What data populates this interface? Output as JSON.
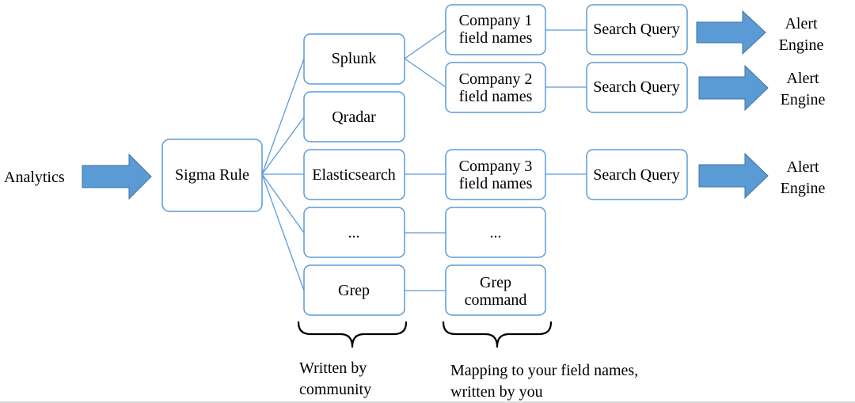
{
  "input_label": "Analytics",
  "sigma_rule": "Sigma Rule",
  "backends": [
    "Splunk",
    "Qradar",
    "Elasticsearch",
    "...",
    "Grep"
  ],
  "mappings": [
    [
      "Company 1",
      "field names"
    ],
    [
      "Company 2",
      "field names"
    ],
    [
      "Company 3",
      "field names"
    ],
    [
      "..."
    ],
    [
      "Grep",
      "command"
    ]
  ],
  "queries": [
    "Search Query",
    "Search Query",
    "Search Query"
  ],
  "outputs": [
    [
      "Alert",
      "Engine"
    ],
    [
      "Alert",
      "Engine"
    ],
    [
      "Alert",
      "Engine"
    ]
  ],
  "captions": {
    "community": [
      "Written by",
      "community"
    ],
    "you": [
      "Mapping to your field names,",
      "written by you"
    ]
  },
  "colors": {
    "box_stroke": "#5b9bd5",
    "arrow_fill": "#5b9bd5"
  }
}
